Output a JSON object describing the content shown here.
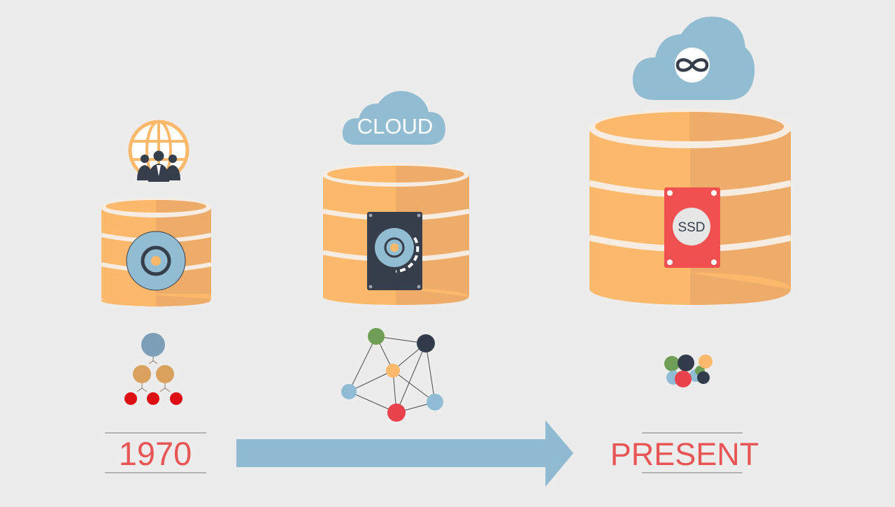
{
  "labels": {
    "cloud": "CLOUD",
    "ssd": "SSD",
    "start_year": "1970",
    "end": "PRESENT"
  },
  "icons": {
    "globe_people": "globe-people-icon",
    "disk": "optical-disk-icon",
    "hard_drive": "hard-drive-icon",
    "ssd": "ssd-icon",
    "cloud": "cloud-icon",
    "infinity": "infinity-icon",
    "hierarchical_model": "hierarchical-network-icon",
    "network_model": "network-graph-icon",
    "cluster_model": "cluster-icon",
    "arrow": "timeline-arrow"
  },
  "colors": {
    "background": "#ececec",
    "database_light": "#fdb96b",
    "database_shade": "#eeac6a",
    "database_band": "#f6ece1",
    "cloud": "#92bcd2",
    "drive_dark": "#353e4a",
    "ssd_red": "#f05050",
    "label_red": "#e85555",
    "arrow": "#8fbad2",
    "node_blue": "#8fbcd4",
    "node_green": "#6f9e56",
    "node_orange": "#fdb96b",
    "node_red": "#e8434c",
    "node_navy": "#323b4a",
    "node_tan": "#d9a05e",
    "node_dark_red": "#dd0f14"
  }
}
